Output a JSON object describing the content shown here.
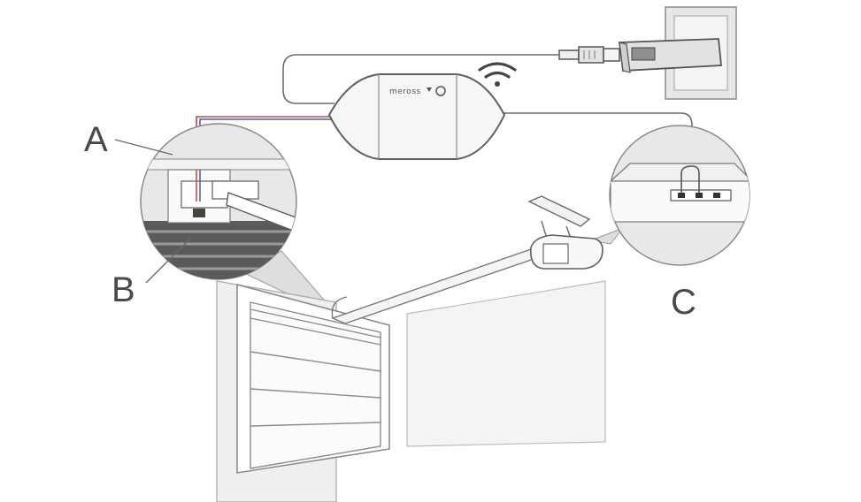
{
  "labels": {
    "a": "A",
    "b": "B",
    "c": "C"
  },
  "controller": {
    "brand": "meross"
  },
  "icons": {
    "wifi": "wifi-signal-icon",
    "power": "power-adapter-icon",
    "usb": "usb-plug-icon"
  },
  "colors": {
    "line": "#6d6d6d",
    "fill_light": "#ececec",
    "fill_mid": "#d6d6d6",
    "wire_red": "#c84a3c",
    "wire_blue": "#4a5fa8",
    "label": "#4a4a4a"
  }
}
